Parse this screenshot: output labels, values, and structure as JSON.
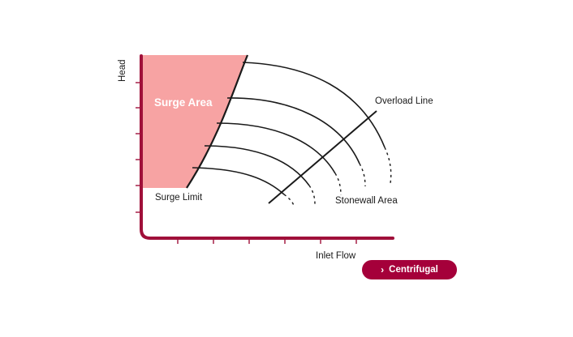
{
  "labels": {
    "y_axis": "Head",
    "x_axis": "Inlet Flow",
    "surge_area": "Surge Area",
    "surge_limit": "Surge Limit",
    "overload_line": "Overload Line",
    "stonewall_area": "Stonewall Area"
  },
  "button": {
    "chevron": "›",
    "label": "Centrifugal"
  },
  "colors": {
    "axis": "#a0103a",
    "surge_fill": "#f7a3a3",
    "button_bg": "#a5003a"
  },
  "icons": {
    "button_icon": "chevron-right-icon"
  }
}
